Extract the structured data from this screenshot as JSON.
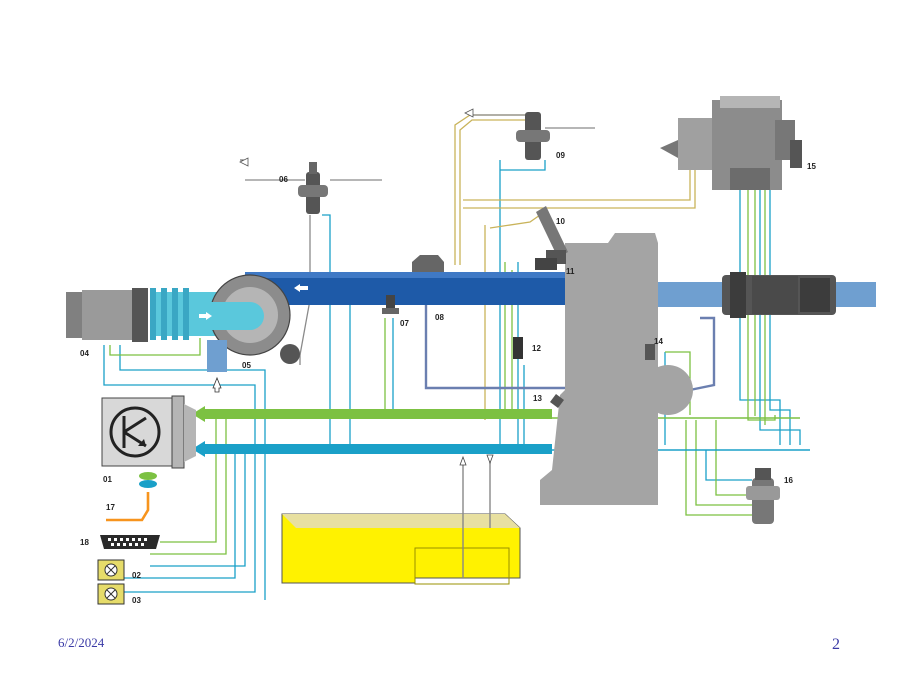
{
  "footer": {
    "date": "6/2/2024",
    "page_number": "2"
  },
  "diagram": {
    "component_labels": {
      "c01": "01",
      "c02": "02",
      "c03": "03",
      "c04": "04",
      "c05": "05",
      "c06": "06",
      "c07": "07",
      "c08": "08",
      "c09": "09",
      "c10": "10",
      "c11": "11",
      "c12": "12",
      "c13": "13",
      "c14": "14",
      "c15": "15",
      "c16": "16",
      "c17": "17",
      "c18": "18"
    },
    "colors": {
      "engine": "#a4a4a4",
      "intake_duct": "#1e5aa8",
      "exhaust_pipe": "#6f9fd0",
      "turbo_inlet": "#5ac8dc",
      "fuel_tank": "#fff200",
      "signal_green": "#7cc142",
      "signal_blue": "#1aa0c8",
      "vacuum_line": "#6b7fb0",
      "orange_line": "#f7941d",
      "grey_line": "#8a8a8a",
      "ecu_body": "#d8d8d8"
    },
    "icons": {
      "ecu": "transistor-symbol-icon",
      "diagnostic": "diagnostic-connector-icon",
      "lamp": "warning-lamp-icon",
      "arrow": "flow-arrow-icon"
    }
  }
}
